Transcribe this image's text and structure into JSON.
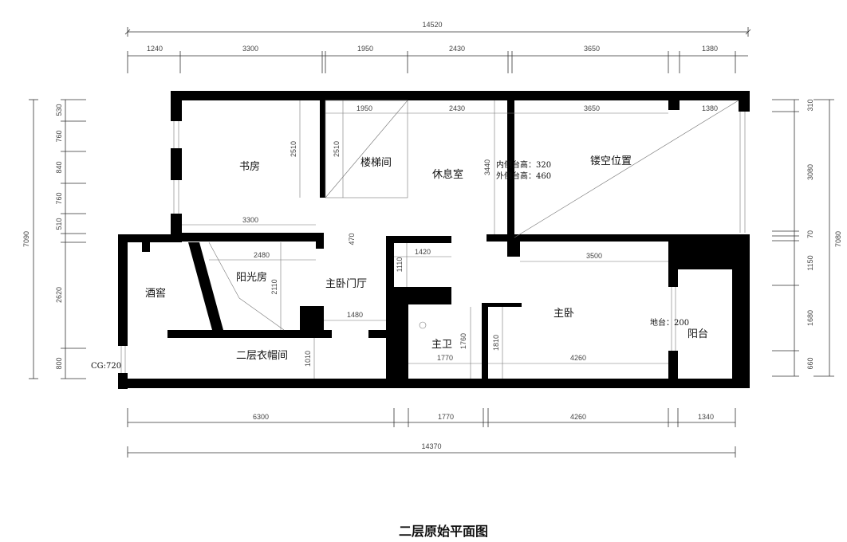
{
  "title": "二层原始平面图",
  "rooms": {
    "study": "书房",
    "stair": "楼梯间",
    "lounge": "休息室",
    "void": "镂空位置",
    "wine": "酒窖",
    "sunroom": "阳光房",
    "master_hall": "主卧门厅",
    "cloak": "二层衣帽间",
    "master_bath": "主卫",
    "master_bed": "主卧",
    "balcony": "阳台"
  },
  "notes": {
    "inner_sill": "内侧台高：320",
    "outer_sill": "外侧台高：460",
    "floor_sill": "地台：200",
    "cg": "CG:720"
  },
  "dims_top": {
    "total": "14520",
    "segments": [
      "1240",
      "3300",
      "1950",
      "2430",
      "3650",
      "1380"
    ]
  },
  "dims_bottom": {
    "total": "14370",
    "segments": [
      "6300",
      "1770",
      "4260",
      "1340"
    ]
  },
  "dims_left": {
    "total": "7090",
    "segments": [
      "530",
      "760",
      "840",
      "760",
      "510",
      "2620",
      "800"
    ]
  },
  "dims_right": {
    "total": "7080",
    "segments": [
      "310",
      "3080",
      "70",
      "1150",
      "1680",
      "660"
    ]
  },
  "dims_inner": {
    "stair_w": "1950",
    "lounge_w": "2430",
    "void_w": "3650",
    "void_side": "1380",
    "study_h": "2510",
    "stair_h": "2510",
    "lounge_h": "3440",
    "void_h": "3080",
    "study_w": "3300",
    "wall_470": "470",
    "sun_w": "2480",
    "sun_h": "2110",
    "hall_w": "1480",
    "cloak_h": "1010",
    "bath_top_w": "1420",
    "bath_top_h": "1110",
    "bath_w": "1770",
    "bath_h": "1760",
    "bed_door_h": "1810",
    "bed_top_w": "3500",
    "bed_w": "4260"
  }
}
